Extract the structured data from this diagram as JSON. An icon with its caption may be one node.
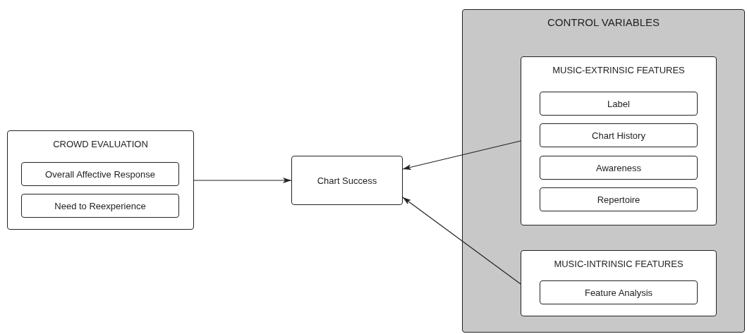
{
  "diagram": {
    "nodes": [
      {
        "text": [
          "CROWD EVALUATION"
        ]
      },
      {
        "text": [
          "Overall Affective Response"
        ],
        "in": 0
      },
      {
        "text": [
          "Need to Reexperience"
        ],
        "in": 0
      },
      {
        "text": [
          "Chart Success"
        ]
      },
      {
        "text": [
          "CONTROL VARIABLES"
        ]
      },
      {
        "text": [
          "MUSIC-EXTRINSIC FEATURES"
        ],
        "in": 4
      },
      {
        "text": [
          "Label"
        ],
        "in": 5
      },
      {
        "text": [
          "Chart History"
        ],
        "in": 5
      },
      {
        "text": [
          "Awareness"
        ],
        "in": 5
      },
      {
        "text": [
          "Repertoire"
        ],
        "in": 5
      },
      {
        "text": [
          "MUSIC-INTRINSIC FEATURES"
        ],
        "in": 4
      },
      {
        "text": [
          "Feature Analysis"
        ],
        "in": 10
      }
    ],
    "edges": [
      {
        "from": 0,
        "to": 3,
        "arrow": "to"
      },
      {
        "from": 5,
        "to": 3,
        "arrow": "to"
      },
      {
        "from": 10,
        "to": 3,
        "arrow": "to"
      }
    ]
  }
}
